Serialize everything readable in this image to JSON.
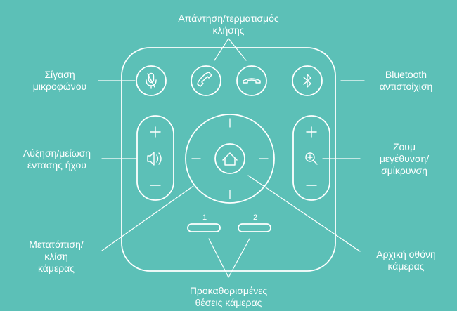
{
  "colors": {
    "background": "#5cc0b7",
    "outline": "#ffffff",
    "text": "#ffffff"
  },
  "labels": {
    "answer_end_call": [
      "Απάντηση/τερματισμός",
      "κλήσης"
    ],
    "mute_mic": [
      "Σίγαση",
      "μικροφώνου"
    ],
    "bluetooth_pairing": [
      "Bluetooth",
      "αντιστοίχιση"
    ],
    "volume": [
      "Αύξηση/μείωση",
      "έντασης ήχου"
    ],
    "zoom": [
      "Ζουμ",
      "μεγέθυνση/",
      "σμίκρυνση"
    ],
    "pan_tilt": [
      "Μετατόπιση/",
      "κλίση",
      "κάμερας"
    ],
    "home": [
      "Αρχική οθόνη",
      "κάμερας"
    ],
    "presets": [
      "Προκαθορισμένες",
      "θέσεις κάμερας"
    ]
  },
  "remote": {
    "volume_plus": "+",
    "volume_minus": "–",
    "zoom_plus": "+",
    "zoom_minus": "–",
    "preset_1": "1",
    "preset_2": "2",
    "icons": {
      "mute": "mic-mute-icon",
      "answer": "phone-answer-icon",
      "end": "phone-end-icon",
      "bluetooth": "bluetooth-icon",
      "volume": "speaker-icon",
      "zoom": "zoom-in-icon",
      "home": "home-icon"
    }
  }
}
